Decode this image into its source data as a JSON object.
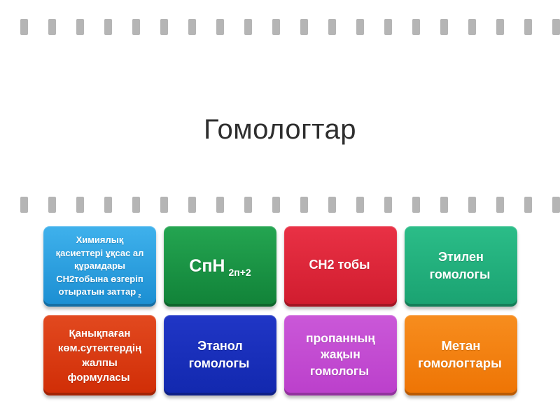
{
  "page": {
    "title": "Гомологтар"
  },
  "colors": {
    "background": "#ffffff",
    "title_text": "#2e2e2e",
    "film_strip_hole": "#b5b5b5",
    "tile_text": "#ffffff"
  },
  "decor": {
    "film_strip_hole_count": 20
  },
  "tiles": [
    {
      "label": "Химиялық қасиеттері ұқсас ал құрамдары CH2тобына өзгеріп отыратын заттар",
      "sub": "2",
      "color_top": "#3fb1ec",
      "color_bottom": "#1b8ed2"
    },
    {
      "label": "СпН",
      "sub": "2п+2",
      "color_top": "#24a551",
      "color_bottom": "#118238"
    },
    {
      "label": "CH2 тобы",
      "sub": "",
      "color_top": "#e93145",
      "color_bottom": "#d01c2e"
    },
    {
      "label": "Этилен гомологы",
      "sub": "",
      "color_top": "#2bbd88",
      "color_bottom": "#1aa271"
    },
    {
      "label": "Қанықпаған көм.сутектердің жалпы формуласы",
      "sub": "",
      "color_top": "#e2491f",
      "color_bottom": "#d02d06"
    },
    {
      "label": "Этанол гомологы",
      "sub": "",
      "color_top": "#2036c6",
      "color_bottom": "#1228ae"
    },
    {
      "label": "пропанның жақын гомологы",
      "sub": "",
      "color_top": "#ca58d8",
      "color_bottom": "#bb3fcb"
    },
    {
      "label": "Метан гомологтары",
      "sub": "",
      "color_top": "#f78d1e",
      "color_bottom": "#ee7404"
    }
  ]
}
